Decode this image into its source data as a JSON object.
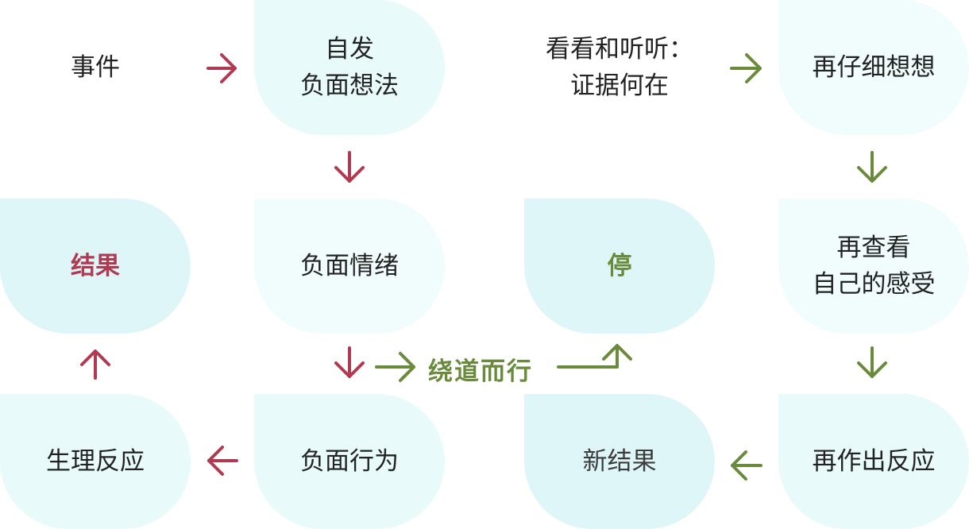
{
  "colors": {
    "negative": "#b03a52",
    "positive": "#6a8a3c",
    "node_fill": "#e9fafb"
  },
  "nodes": {
    "event": "事件",
    "auto_thought_l1": "自发",
    "auto_thought_l2": "负面想法",
    "look_listen_l1": "看看和听听：",
    "look_listen_l2": "证据何在",
    "rethink": "再仔细想想",
    "result": "结果",
    "neg_emotion": "负面情绪",
    "stop": "停",
    "recheck_l1": "再查看",
    "recheck_l2": "自己的感受",
    "physio": "生理反应",
    "neg_behavior": "负面行为",
    "new_result": "新结果",
    "respond": "再作出反应"
  },
  "detour_label": "绕道而行"
}
